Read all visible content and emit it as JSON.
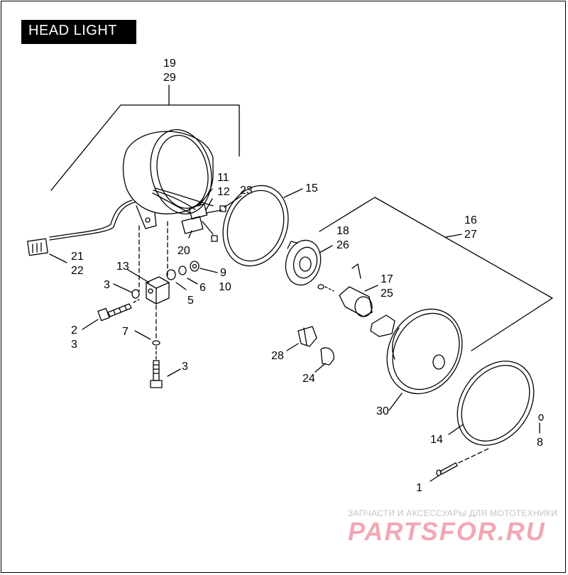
{
  "title": "HEAD LIGHT",
  "callouts": {
    "c19": "19",
    "c29": "29",
    "c11": "11",
    "c12": "12",
    "c23": "23",
    "c15": "15",
    "c21": "21",
    "c22": "22",
    "c20": "20",
    "c13": "13",
    "c9": "9",
    "c10": "10",
    "c3a": "3",
    "c6": "6",
    "c5": "5",
    "c2": "2",
    "c3b": "3",
    "c7": "7",
    "c3c": "3",
    "c16": "16",
    "c27": "27",
    "c18": "18",
    "c26": "26",
    "c17": "17",
    "c25": "25",
    "c28": "28",
    "c24": "24",
    "c30": "30",
    "c14": "14",
    "c8": "8",
    "c1": "1"
  },
  "watermark": {
    "tagline": "ЗАПЧАСТИ И АКСЕССУАРЫ ДЛЯ МОТОТЕХНИКИ",
    "brand": "PARTSFOR.RU"
  },
  "colors": {
    "ink": "#000000",
    "watermark_red": "#e8606f",
    "watermark_gray": "#c4c4c4"
  }
}
